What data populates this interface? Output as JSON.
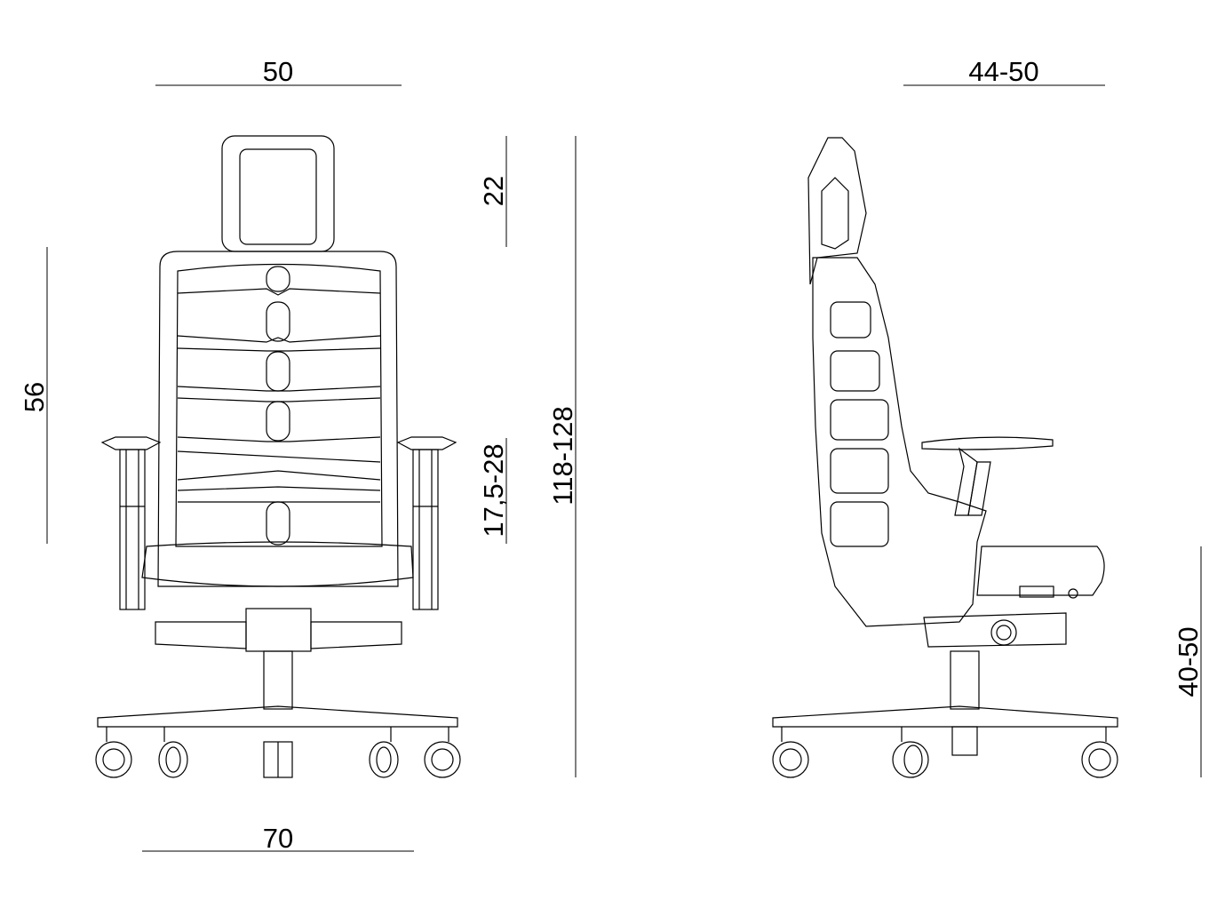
{
  "dimensions": {
    "front_width": "50",
    "side_depth": "44-50",
    "headrest_height": "22",
    "backrest_height": "56",
    "armrest_height": "17,5-28",
    "total_height": "118-128",
    "seat_height": "40-50",
    "base_width": "70"
  }
}
